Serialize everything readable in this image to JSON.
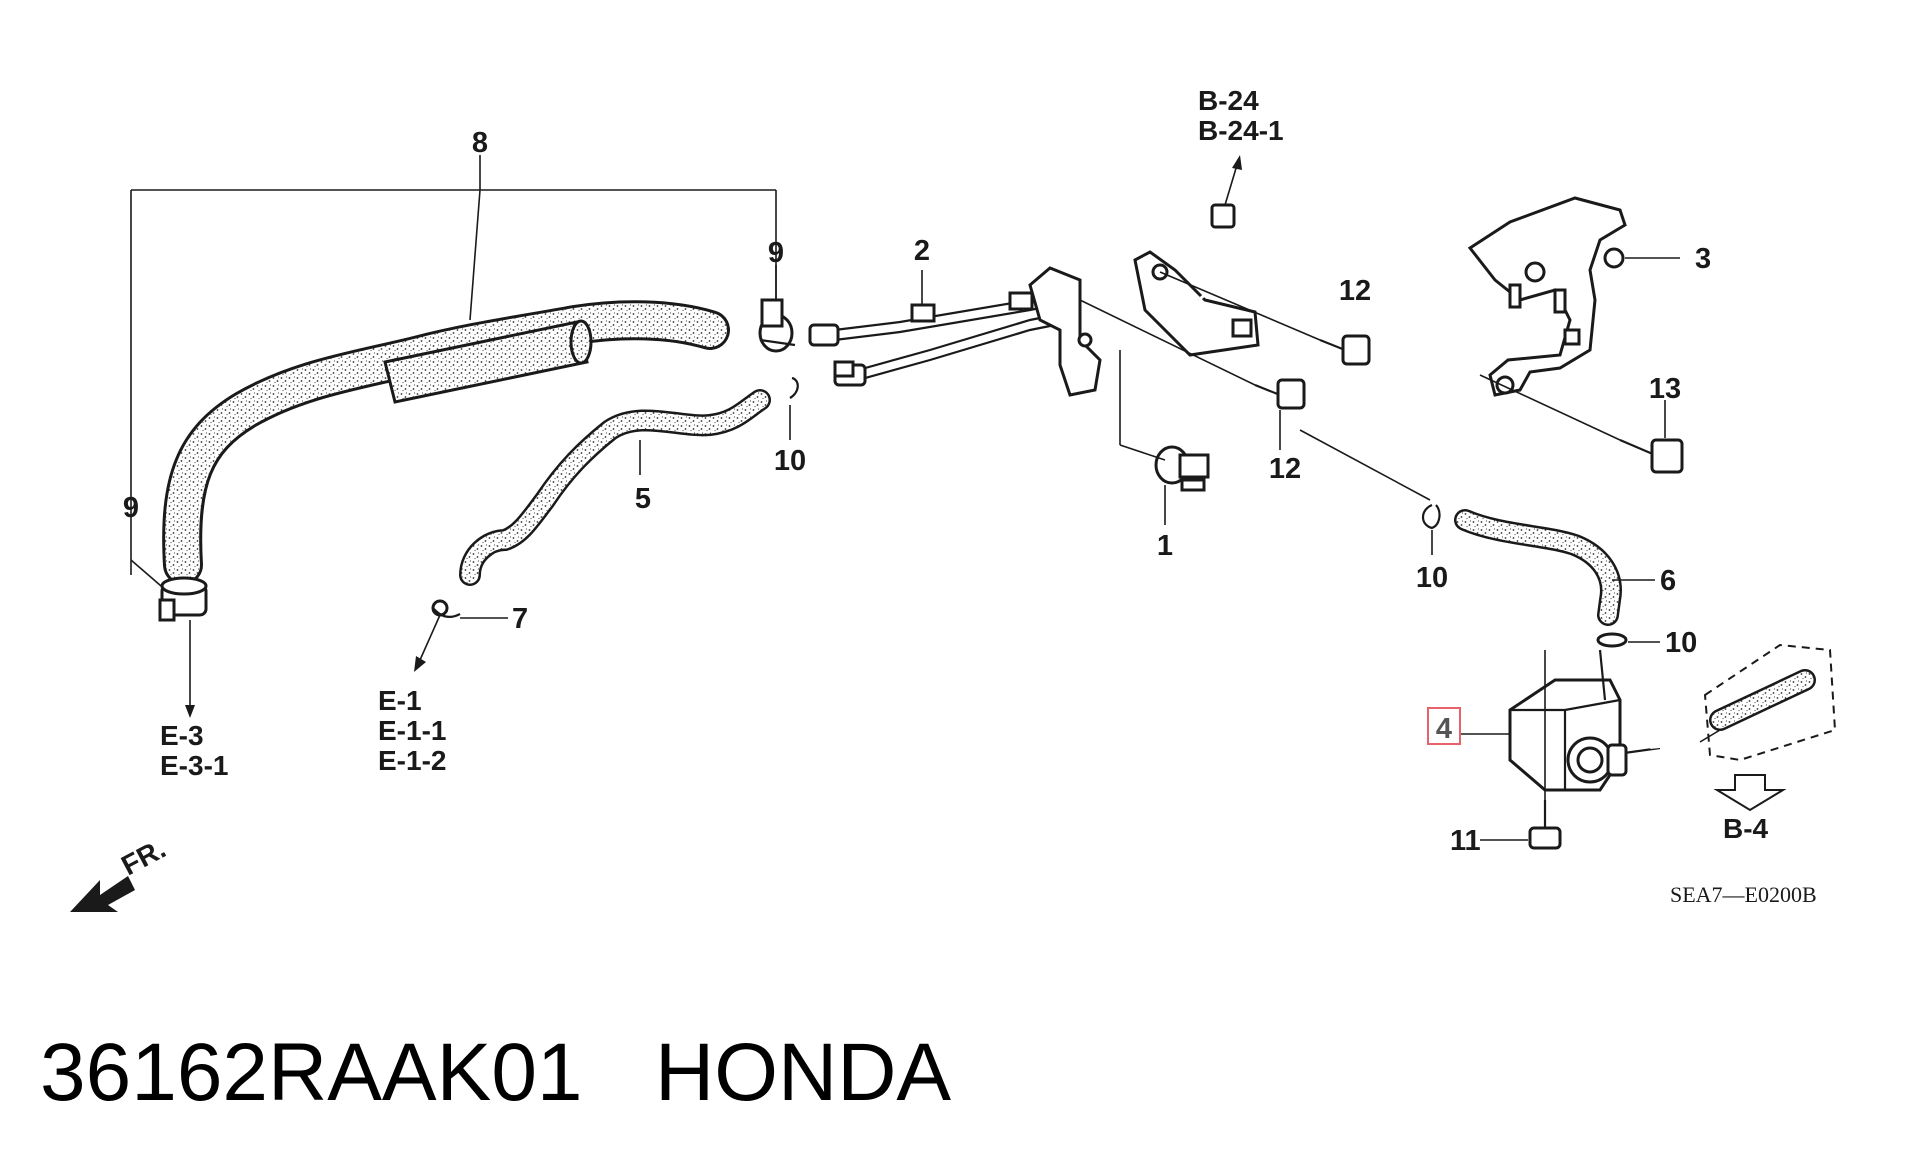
{
  "callouts": {
    "c1": "1",
    "c2": "2",
    "c3": "3",
    "c4": "4",
    "c5": "5",
    "c6": "6",
    "c7": "7",
    "c8": "8",
    "c9a": "9",
    "c9b": "9",
    "c10a": "10",
    "c10b": "10",
    "c10c": "10",
    "c11": "11",
    "c12a": "12",
    "c12b": "12",
    "c13": "13"
  },
  "references": {
    "b24": "B-24",
    "b241": "B-24-1",
    "e3": "E-3",
    "e31": "E-3-1",
    "e1": "E-1",
    "e11": "E-1-1",
    "e12": "E-1-2",
    "b4": "B-4"
  },
  "direction_label": "FR.",
  "diagram_code": "SEA7—E0200B",
  "caption": {
    "part_number": "36162RAAK01",
    "brand": "HONDA"
  },
  "highlight_color": "#e8626b"
}
